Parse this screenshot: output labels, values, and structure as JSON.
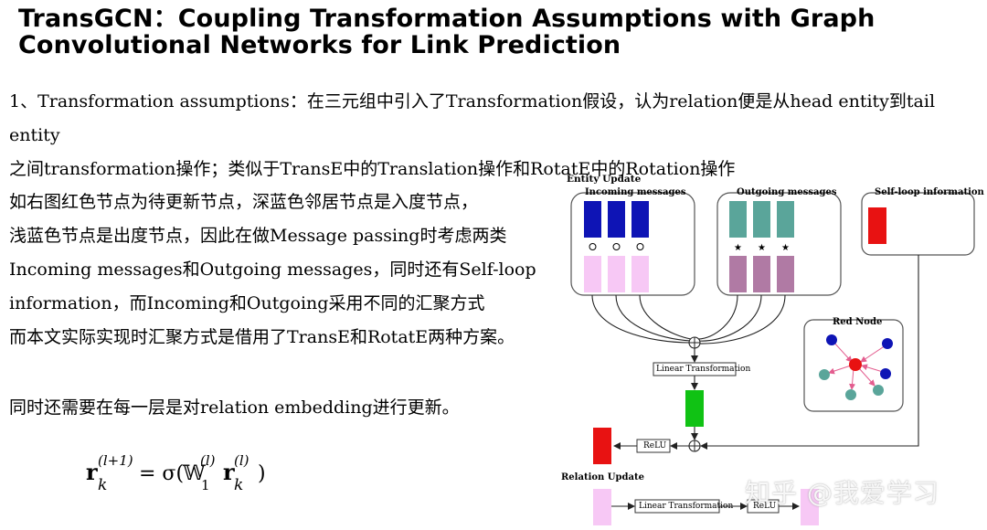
{
  "title": {
    "line1": "TransGCN：Coupling Transformation Assumptions with Graph",
    "line2": "Convolutional Networks for Link Prediction"
  },
  "intro": {
    "line1": "1、Transformation assumptions：在三元组中引入了Transformation假设，认为relation便是从head entity到tail entity",
    "line2": "之间transformation操作；类似于TransE中的Translation操作和RotatE中的Rotation操作"
  },
  "description": {
    "lines": [
      "如右图红色节点为待更新节点，深蓝色邻居节点是入度节点，",
      "浅蓝色节点是出度节点，因此在做Message passing时考虑两类",
      "Incoming messages和Outgoing messages，同时还有Self-loop",
      "information，而Incoming和Outgoing采用不同的汇聚方式",
      "而本文实际实现时汇聚方式是借用了TransE和RotatE两种方案。"
    ],
    "relation_update": "同时还需要在每一层是对relation embedding进行更新。"
  },
  "formula": {
    "r": "r",
    "k": "k",
    "sup_l1": "(l+1)",
    "equals_sigma": "= σ(",
    "W": "𝕎",
    "sub_1": "1",
    "sup_l": "(l)",
    "close": ")"
  },
  "diagram": {
    "entity_update": "Entity Update",
    "incoming_messages": "Incoming messages",
    "outgoing_messages": "Outgoing messages",
    "self_loop": "Self-loop information",
    "red_node": "Red Node",
    "linear_transformation": "Linear Transformation",
    "relu": "ReLU",
    "relation_update": "Relation Update",
    "relation_linear_transformation": "Linear Transformation",
    "relation_relu": "ReLU",
    "colors": {
      "incoming_dark": "#0e14b5",
      "incoming_light": "#f7c8f5",
      "outgoing_teal": "#5aa59a",
      "outgoing_mauve": "#b07aa4",
      "self_red": "#e81212",
      "linear_green": "#10c214",
      "output_red": "#e81212",
      "relation_pink": "#f7c8f5"
    }
  },
  "watermark": "知乎 @我爱学习"
}
